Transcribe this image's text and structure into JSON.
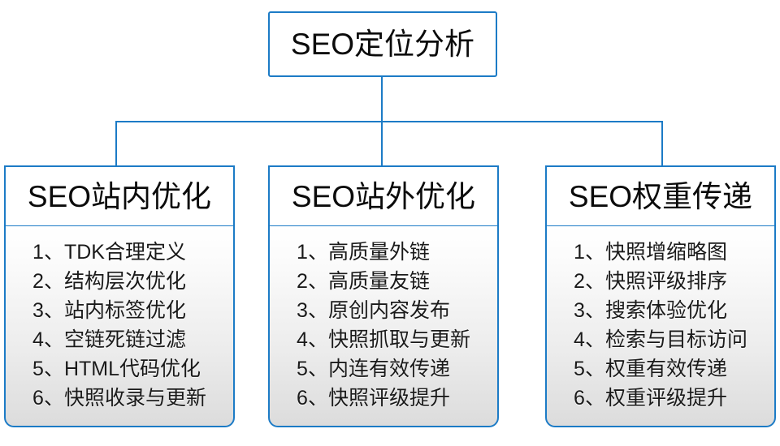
{
  "diagram": {
    "type": "org-chart",
    "title": "SEO定位分析",
    "accent_color": "#1C7BC6",
    "text_color": "#0b0b0b",
    "body_gradient_from": "#ffffff",
    "body_gradient_to": "#dcdcdc",
    "root": {
      "label": "SEO定位分析"
    },
    "branches": [
      {
        "header": "SEO站内优化",
        "items": [
          "1、TDK合理定义",
          "2、结构层次优化",
          "3、站内标签优化",
          "4、空链死链过滤",
          "5、HTML代码优化",
          "6、快照收录与更新"
        ]
      },
      {
        "header": "SEO站外优化",
        "items": [
          "1、高质量外链",
          "2、高质量友链",
          "3、原创内容发布",
          "4、快照抓取与更新",
          "5、内连有效传递",
          "6、快照评级提升"
        ]
      },
      {
        "header": "SEO权重传递",
        "items": [
          "1、快照增缩略图",
          "2、快照评级排序",
          "3、搜索体验优化",
          "4、检索与目标访问",
          "5、权重有效传递",
          "6、权重评级提升"
        ]
      }
    ]
  }
}
